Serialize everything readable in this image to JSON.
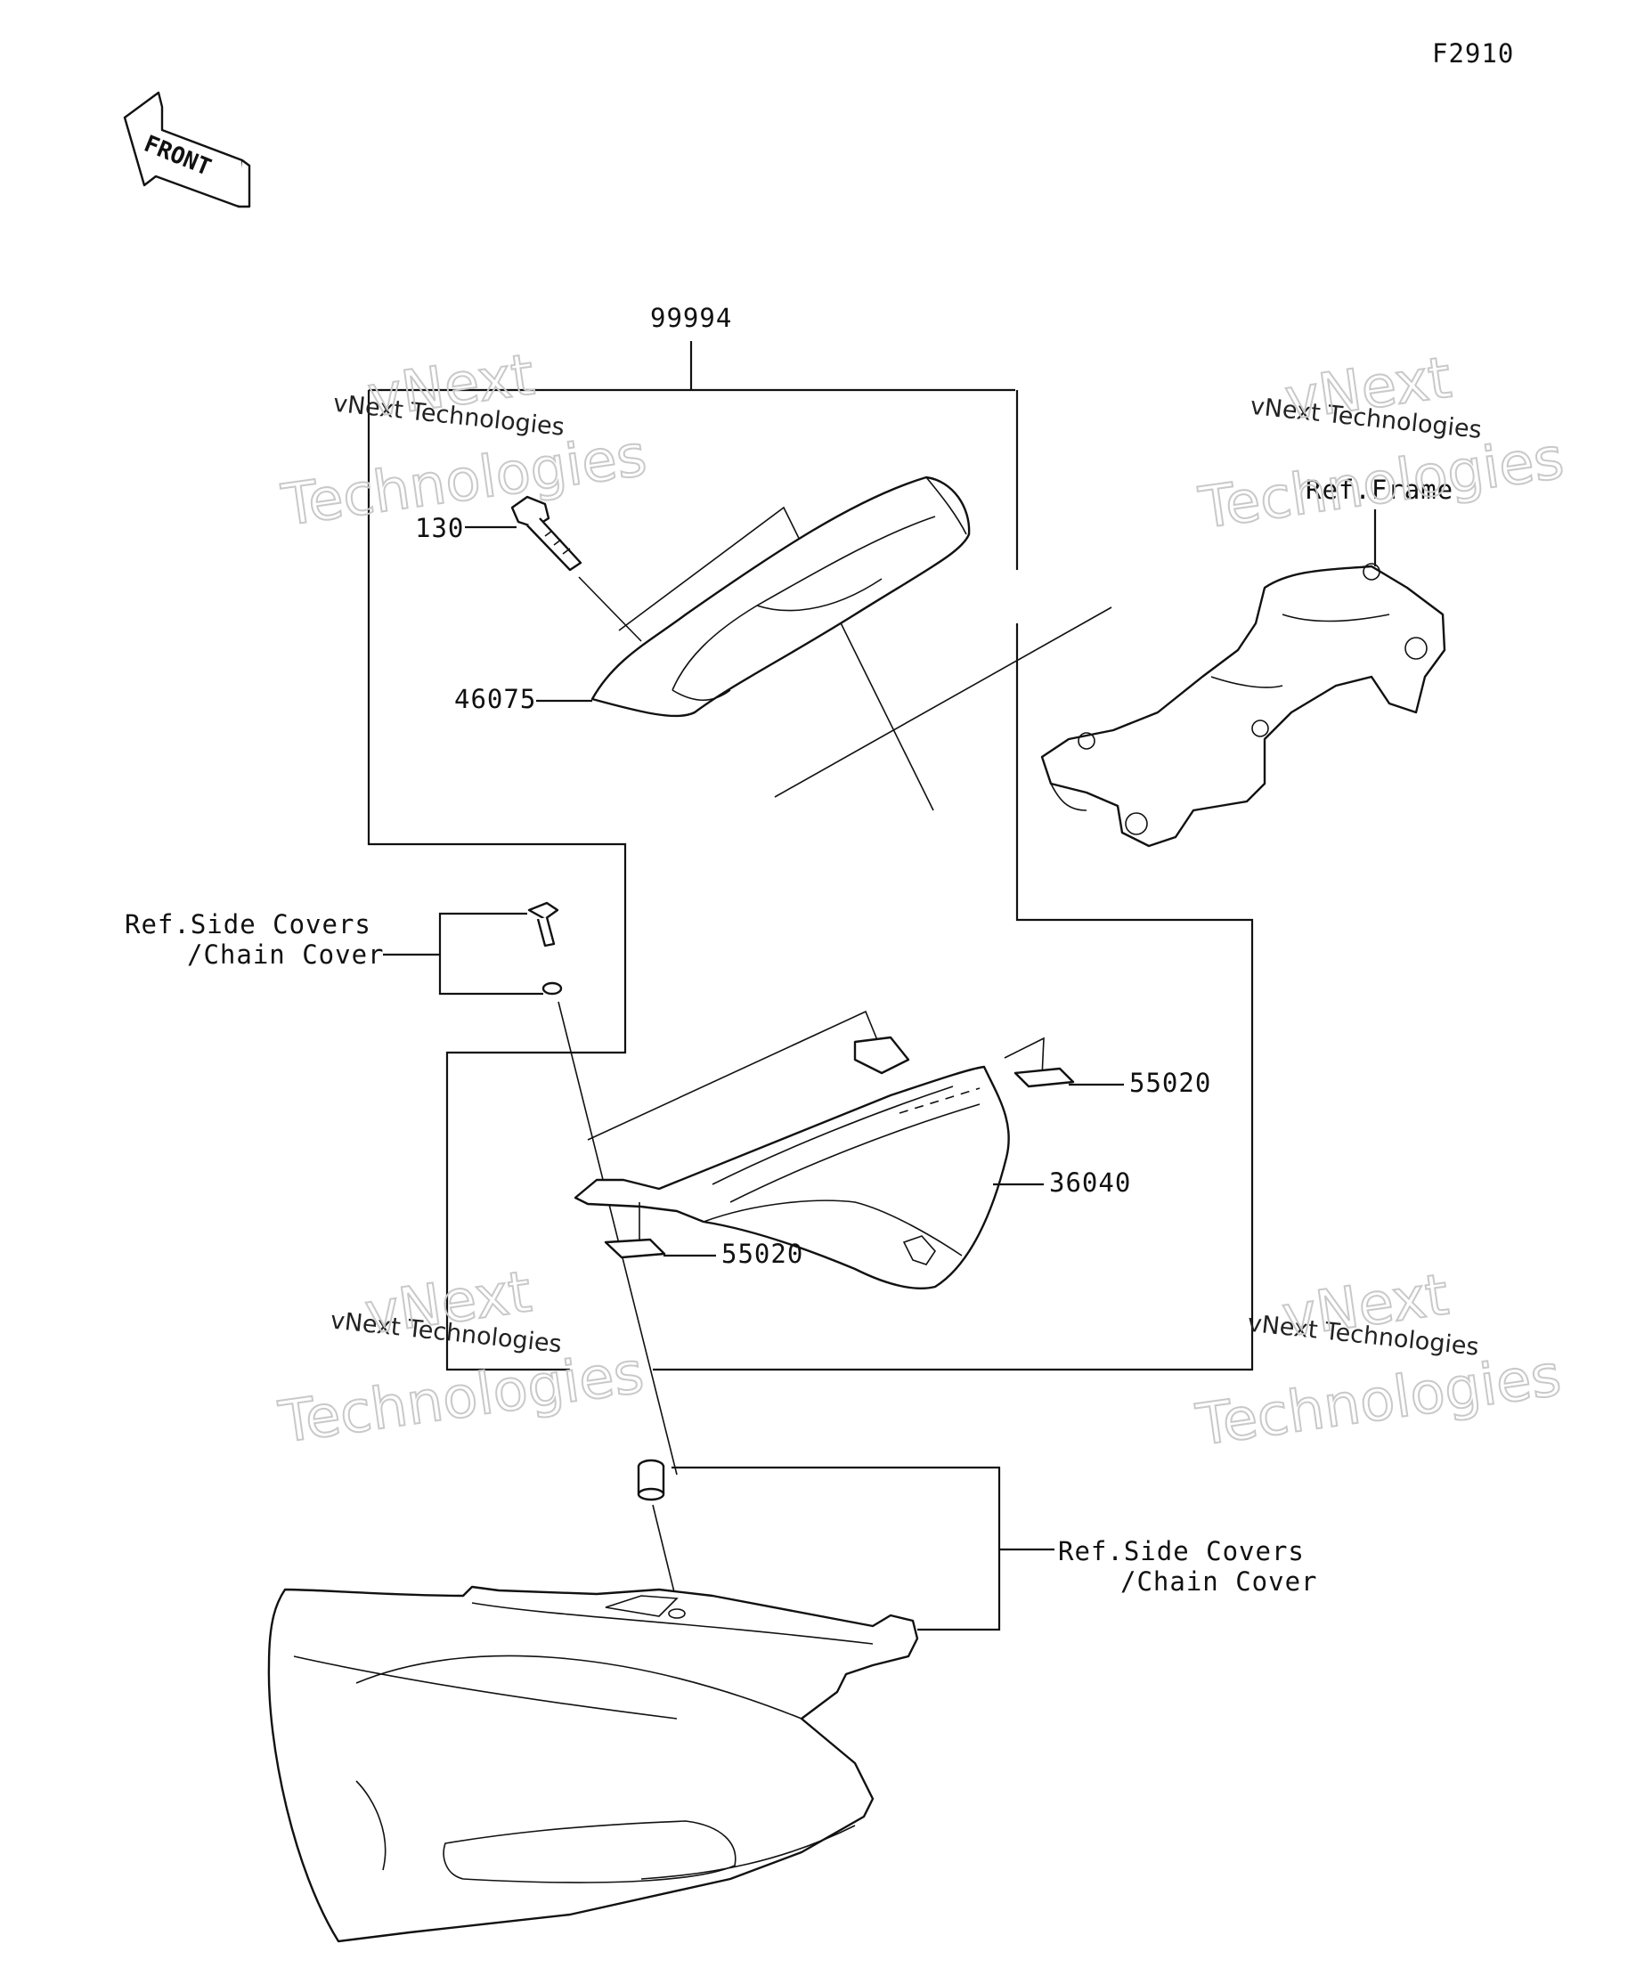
{
  "figure_id": "F2910",
  "front_arrow_label": "FRONT",
  "callouts": {
    "kit": "99994",
    "bolt": "130",
    "cowl": "46075",
    "ref_frame": "Ref.Frame",
    "ref_side_covers_top_1": "Ref.Side Covers",
    "ref_side_covers_top_2": "/Chain Cover",
    "emblem_upper": "55020",
    "cover": "36040",
    "emblem_lower": "55020",
    "ref_side_covers_bottom_1": "Ref.Side Covers",
    "ref_side_covers_bottom_2": "/Chain Cover"
  },
  "watermark": {
    "line1": "vNext Technologies",
    "brand": "vNext",
    "brand2": "Technologies"
  }
}
